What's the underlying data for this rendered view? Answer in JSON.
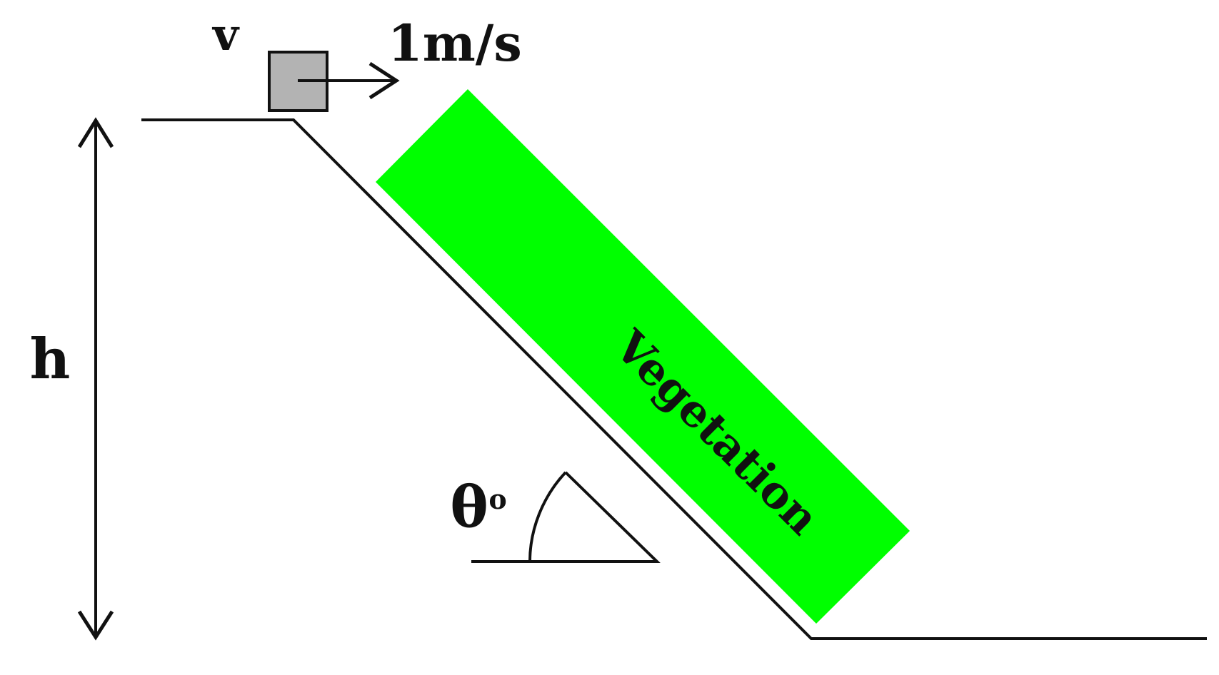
{
  "labels": {
    "velocity_symbol": "v",
    "velocity_value": "1m/s",
    "height_symbol": "h",
    "angle_symbol": "θ",
    "angle_unit": "o",
    "vegetation": "Vegetation"
  },
  "colors": {
    "vegetation_fill": "#00ff00",
    "block_fill": "#b3b3b3",
    "line": "#111111",
    "background": "#ffffff"
  }
}
